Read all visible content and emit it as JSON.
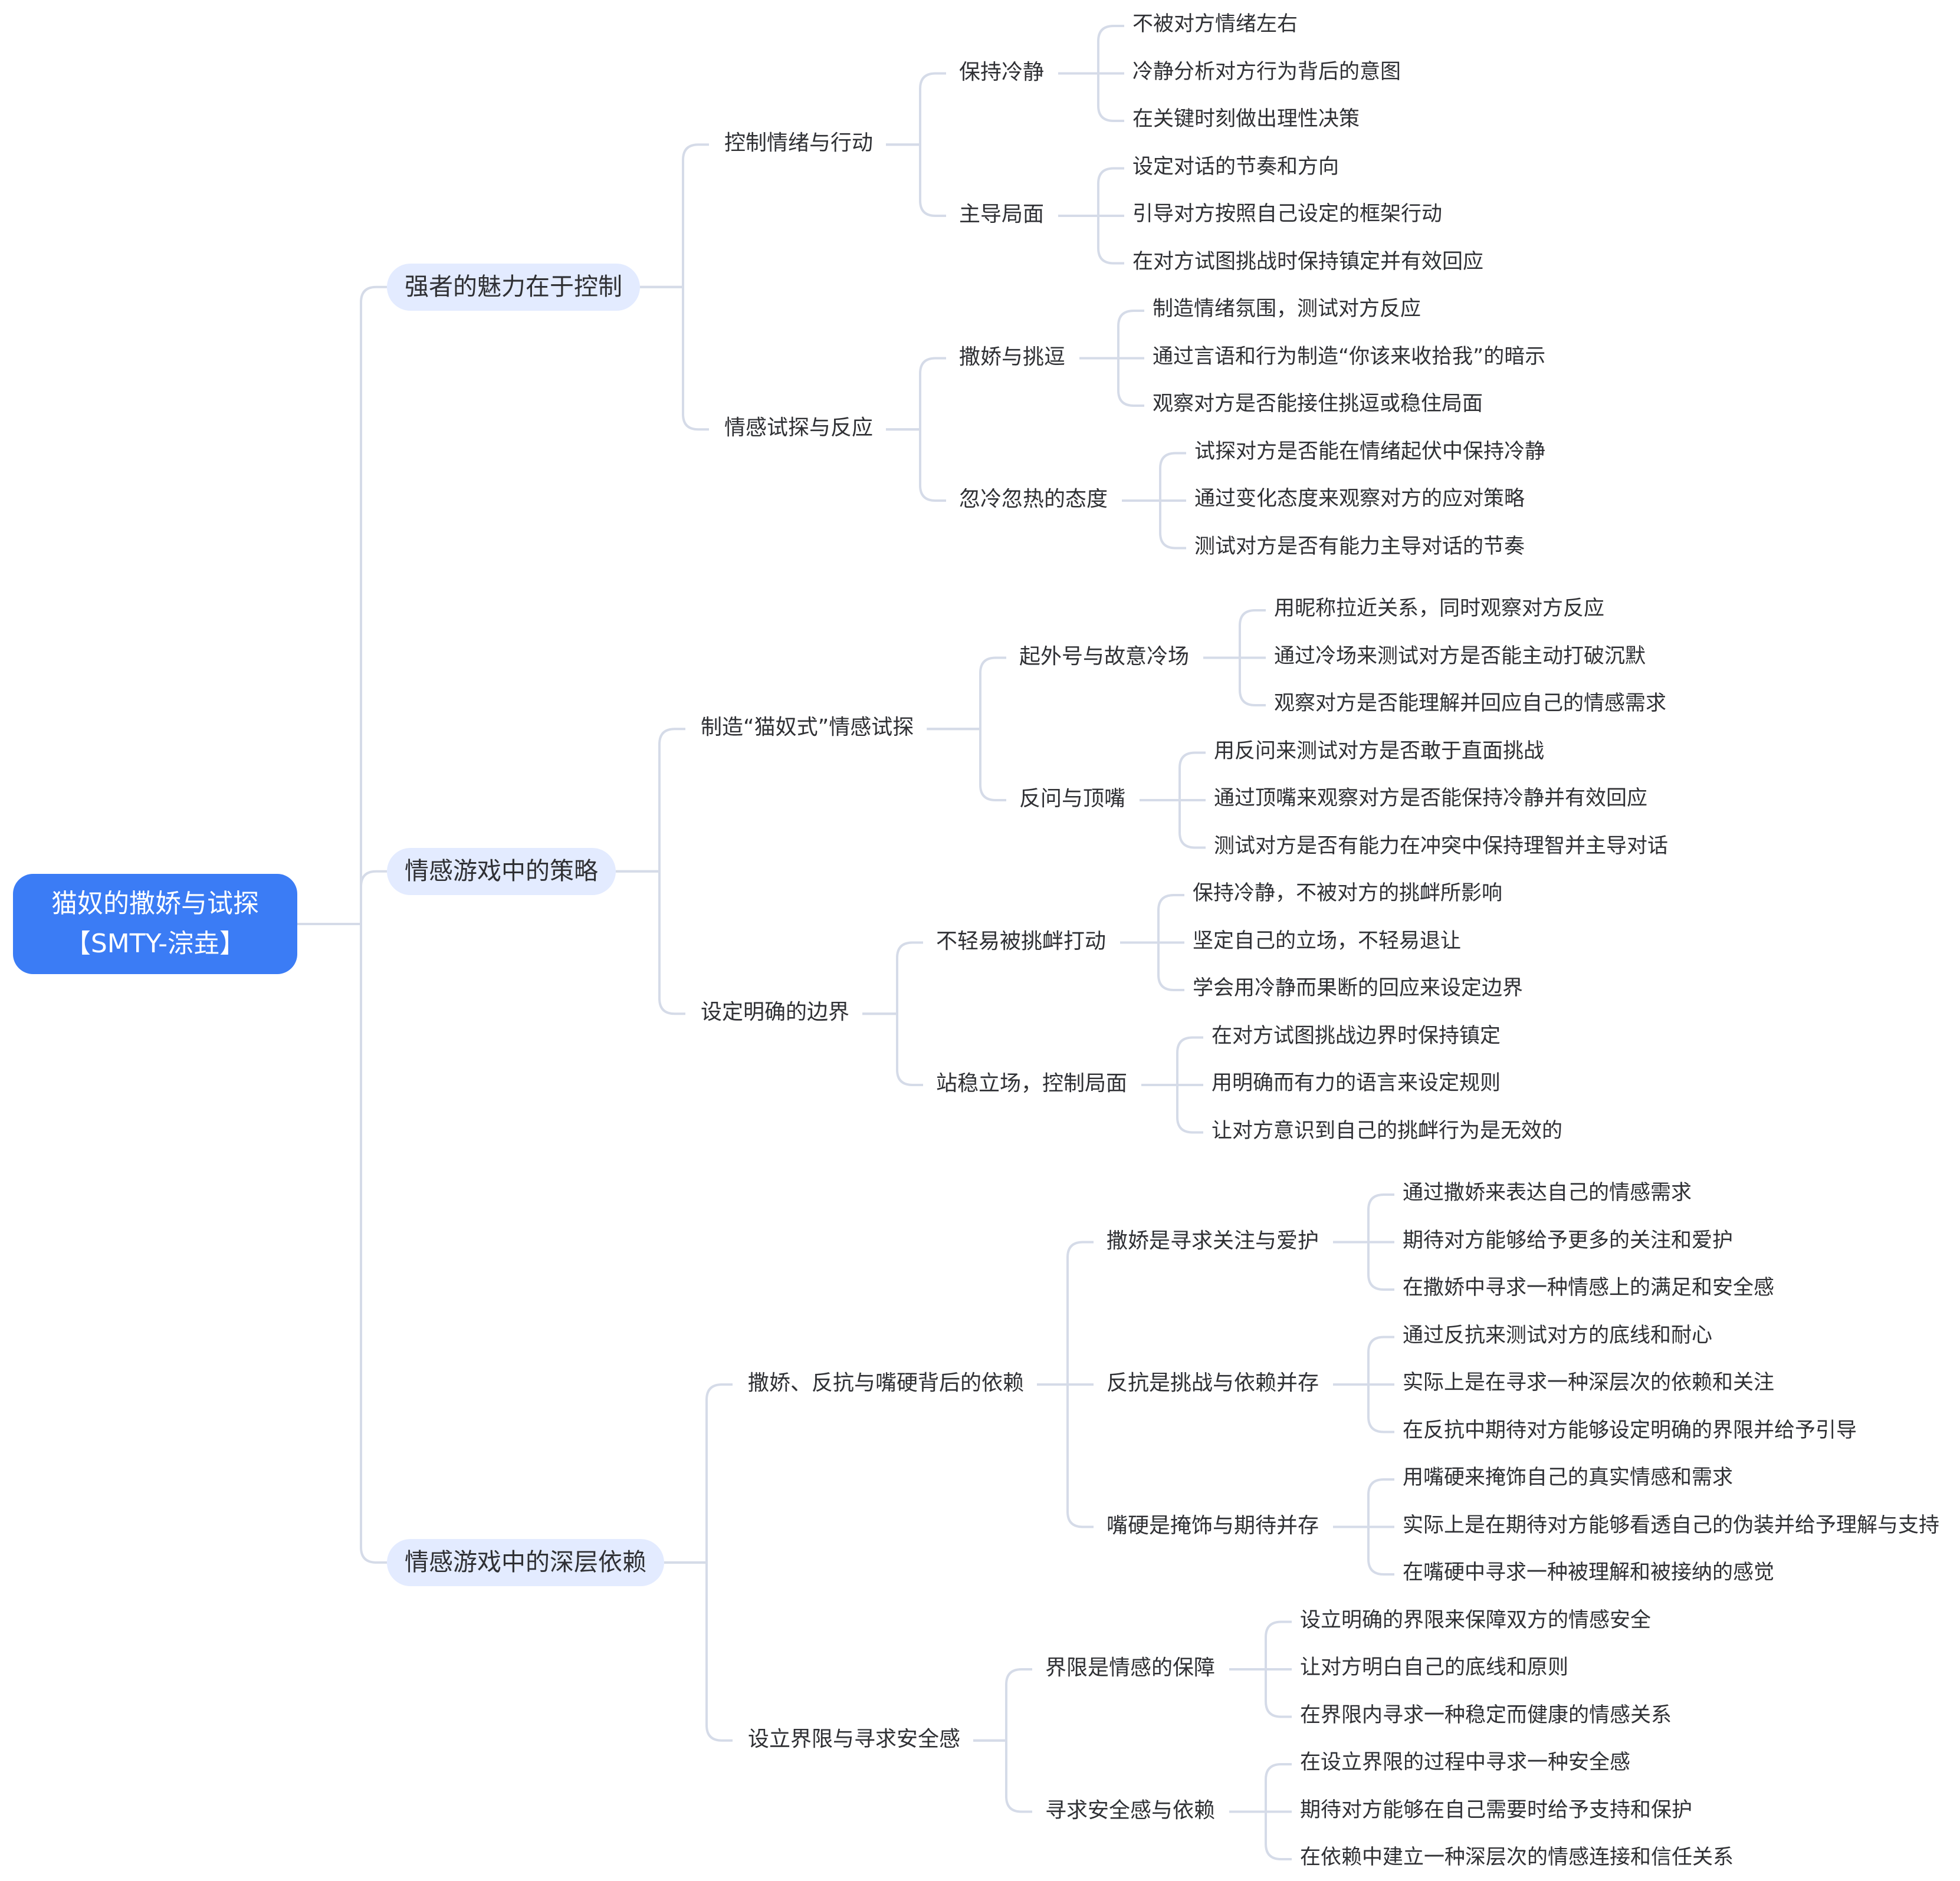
{
  "root": {
    "line1": "猫奴的撒娇与试探",
    "line2": "【SMTY-淙垚】"
  },
  "branches": [
    {
      "label": "强者的魅力在于控制",
      "children": [
        {
          "label": "控制情绪与行动",
          "children": [
            {
              "label": "保持冷静",
              "leaves": [
                "不被对方情绪左右",
                "冷静分析对方行为背后的意图",
                "在关键时刻做出理性决策"
              ]
            },
            {
              "label": "主导局面",
              "leaves": [
                "设定对话的节奏和方向",
                "引导对方按照自己设定的框架行动",
                "在对方试图挑战时保持镇定并有效回应"
              ]
            }
          ]
        },
        {
          "label": "情感试探与反应",
          "children": [
            {
              "label": "撒娇与挑逗",
              "leaves": [
                "制造情绪氛围，测试对方反应",
                "通过言语和行为制造“你该来收拾我”的暗示",
                "观察对方是否能接住挑逗或稳住局面"
              ]
            },
            {
              "label": "忽冷忽热的态度",
              "leaves": [
                "试探对方是否能在情绪起伏中保持冷静",
                "通过变化态度来观察对方的应对策略",
                "测试对方是否有能力主导对话的节奏"
              ]
            }
          ]
        }
      ]
    },
    {
      "label": "情感游戏中的策略",
      "children": [
        {
          "label": "制造“猫奴式”情感试探",
          "children": [
            {
              "label": "起外号与故意冷场",
              "leaves": [
                "用昵称拉近关系，同时观察对方反应",
                "通过冷场来测试对方是否能主动打破沉默",
                "观察对方是否能理解并回应自己的情感需求"
              ]
            },
            {
              "label": "反问与顶嘴",
              "leaves": [
                "用反问来测试对方是否敢于直面挑战",
                "通过顶嘴来观察对方是否能保持冷静并有效回应",
                "测试对方是否有能力在冲突中保持理智并主导对话"
              ]
            }
          ]
        },
        {
          "label": "设定明确的边界",
          "children": [
            {
              "label": "不轻易被挑衅打动",
              "leaves": [
                "保持冷静，不被对方的挑衅所影响",
                "坚定自己的立场，不轻易退让",
                "学会用冷静而果断的回应来设定边界"
              ]
            },
            {
              "label": "站稳立场，控制局面",
              "leaves": [
                "在对方试图挑战边界时保持镇定",
                "用明确而有力的语言来设定规则",
                "让对方意识到自己的挑衅行为是无效的"
              ]
            }
          ]
        }
      ]
    },
    {
      "label": "情感游戏中的深层依赖",
      "children": [
        {
          "label": "撒娇、反抗与嘴硬背后的依赖",
          "children": [
            {
              "label": "撒娇是寻求关注与爱护",
              "leaves": [
                "通过撒娇来表达自己的情感需求",
                "期待对方能够给予更多的关注和爱护",
                "在撒娇中寻求一种情感上的满足和安全感"
              ]
            },
            {
              "label": "反抗是挑战与依赖并存",
              "leaves": [
                "通过反抗来测试对方的底线和耐心",
                "实际上是在寻求一种深层次的依赖和关注",
                "在反抗中期待对方能够设定明确的界限并给予引导"
              ]
            },
            {
              "label": "嘴硬是掩饰与期待并存",
              "leaves": [
                "用嘴硬来掩饰自己的真实情感和需求",
                "实际上是在期待对方能够看透自己的伪装并给予理解与支持",
                "在嘴硬中寻求一种被理解和被接纳的感觉"
              ]
            }
          ]
        },
        {
          "label": "设立界限与寻求安全感",
          "children": [
            {
              "label": "界限是情感的保障",
              "leaves": [
                "设立明确的界限来保障双方的情感安全",
                "让对方明白自己的底线和原则",
                "在界限内寻求一种稳定而健康的情感关系"
              ]
            },
            {
              "label": "寻求安全感与依赖",
              "leaves": [
                "在设立界限的过程中寻求一种安全感",
                "期待对方能够在自己需要时给予支持和保护",
                "在依赖中建立一种深层次的情感连接和信任关系"
              ]
            }
          ]
        }
      ]
    }
  ]
}
